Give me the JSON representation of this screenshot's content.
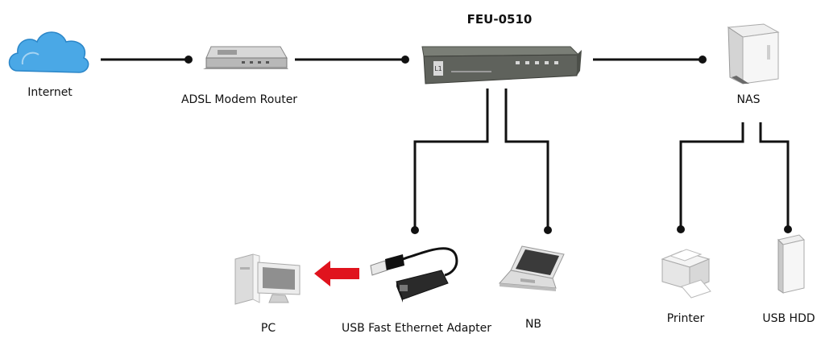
{
  "diagram": {
    "title": "FEU-0510",
    "nodes": {
      "internet": {
        "label": "Internet",
        "icon": "cloud-icon"
      },
      "router": {
        "label": "ADSL Modem Router",
        "icon": "router-icon"
      },
      "switch": {
        "label": "FEU-0510",
        "icon": "switch-icon"
      },
      "nas": {
        "label": "NAS",
        "icon": "nas-icon"
      },
      "pc": {
        "label": "PC",
        "icon": "pc-icon"
      },
      "usb_adapter": {
        "label": "USB Fast Ethernet Adapter",
        "icon": "usb-adapter-icon"
      },
      "nb": {
        "label": "NB",
        "icon": "laptop-icon"
      },
      "printer": {
        "label": "Printer",
        "icon": "printer-icon"
      },
      "usb_hdd": {
        "label": "USB HDD",
        "icon": "usb-hdd-icon"
      }
    },
    "colors": {
      "line": "#111111",
      "arrow": "#e0131d",
      "cloud": "#4aa8e6"
    }
  }
}
